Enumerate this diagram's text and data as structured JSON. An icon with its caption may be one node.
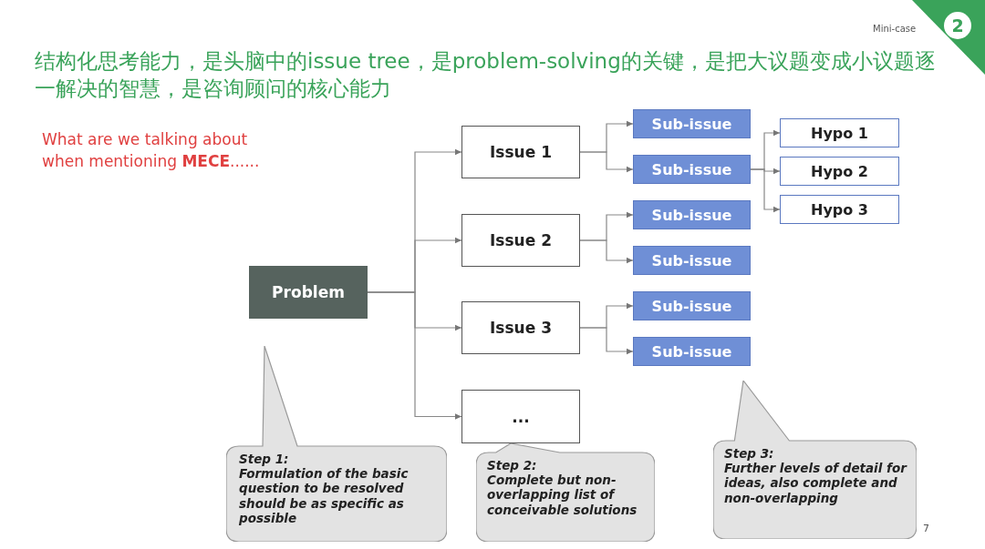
{
  "diagram": {
    "title": "结构化思考能力，是头脑中的issue tree，是problem-solving的关键，是把大议题变成小议题逐一解决的智慧，是咨询顾问的核心能力",
    "nodes": [
      {
        "text": [
          "Problem"
        ]
      },
      {
        "text": [
          "Issue 1"
        ]
      },
      {
        "text": [
          "Issue 2"
        ]
      },
      {
        "text": [
          "Issue 3"
        ]
      },
      {
        "text": [
          "..."
        ]
      },
      {
        "text": [
          "Sub-issue"
        ]
      },
      {
        "text": [
          "Sub-issue"
        ]
      },
      {
        "text": [
          "Sub-issue"
        ]
      },
      {
        "text": [
          "Sub-issue"
        ]
      },
      {
        "text": [
          "Sub-issue"
        ]
      },
      {
        "text": [
          "Sub-issue"
        ]
      },
      {
        "text": [
          "Hypo 1"
        ]
      },
      {
        "text": [
          "Hypo 2"
        ]
      },
      {
        "text": [
          "Hypo 3"
        ]
      },
      {
        "text": [
          "Step 1:",
          "Formulation of the basic question to be resolved should be as specific as possible"
        ]
      },
      {
        "text": [
          "Step 2:",
          "Complete but non-overlapping list of conceivable solutions"
        ]
      },
      {
        "text": [
          "Step 3:",
          "Further levels of detail for ideas, also complete and non-overlapping"
        ]
      }
    ],
    "edges": [
      {
        "from": 0,
        "to": 1,
        "arrow": "to"
      },
      {
        "from": 0,
        "to": 2,
        "arrow": "to"
      },
      {
        "from": 0,
        "to": 3,
        "arrow": "to"
      },
      {
        "from": 0,
        "to": 4,
        "arrow": "to"
      },
      {
        "from": 1,
        "to": 5,
        "arrow": "to"
      },
      {
        "from": 1,
        "to": 6,
        "arrow": "to"
      },
      {
        "from": 2,
        "to": 7,
        "arrow": "to"
      },
      {
        "from": 2,
        "to": 8,
        "arrow": "to"
      },
      {
        "from": 3,
        "to": 9,
        "arrow": "to"
      },
      {
        "from": 3,
        "to": 10,
        "arrow": "to"
      },
      {
        "from": 6,
        "to": 11,
        "arrow": "to"
      },
      {
        "from": 6,
        "to": 12,
        "arrow": "to"
      },
      {
        "from": 6,
        "to": 13,
        "arrow": "to"
      }
    ],
    "labels": [
      "Mini-case",
      "2",
      "What are we talking about when mentioning **MECE**......",
      "7"
    ]
  }
}
